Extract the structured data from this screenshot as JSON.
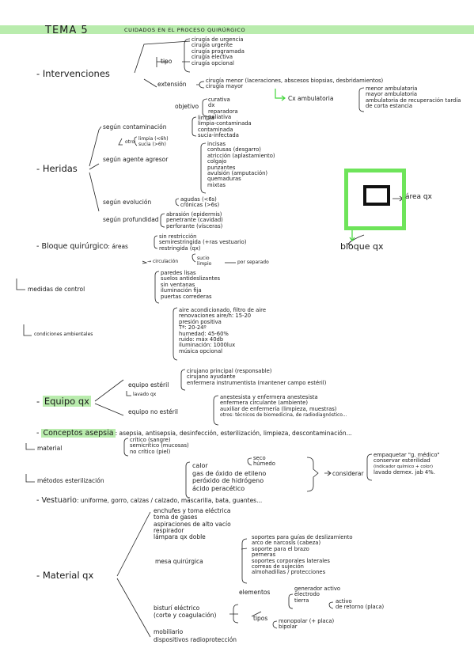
{
  "header": {
    "title": "TEMA 5",
    "subtitle": "CUIDADOS EN EL PROCESO QUIRÚRGICO"
  },
  "intervenciones": {
    "label": "Intervenciones",
    "tipo": {
      "label": "tipo",
      "items": [
        "cirugía de urgencia",
        "cirugía urgente",
        "cirugía programada",
        "cirugía electiva",
        "cirugía opcional"
      ]
    },
    "extension": {
      "label": "extensión",
      "items": [
        "cirugía menor (laceraciones, abscesos biopsias, desbridamientos)",
        "cirugía mayor"
      ]
    },
    "cx_ambulatoria": {
      "label": "Cx ambulatoria",
      "items": [
        "menor ambulatoria",
        "mayor ambulatoria",
        "ambulatoria de recuperación tardía",
        "de corta estancia"
      ]
    },
    "objetivo": {
      "label": "objetivo",
      "items": [
        "curativa",
        "dx",
        "reparadora",
        "paliativa"
      ]
    }
  },
  "heridas": {
    "label": "Heridas",
    "contaminacion": {
      "label": "según contaminación",
      "items": [
        "limpia",
        "limpia-contaminada",
        "contaminada",
        "sucia-infectada"
      ]
    },
    "otro": {
      "label": "otro",
      "items": [
        "limpia (<6h)",
        "sucia (>6h)"
      ]
    },
    "agente": {
      "label": "según agente agresor",
      "items": [
        "incisas",
        "contusas (desgarro)",
        "atricción (aplastamiento)",
        "colgajo",
        "punzantes",
        "avulsión (amputación)",
        "quemaduras",
        "mixtas"
      ]
    },
    "evolucion": {
      "label": "según evolución",
      "items": [
        "agudas (<6s)",
        "crónicas (>6s)"
      ]
    },
    "profundidad": {
      "label": "según profundidad",
      "items": [
        "abrasión (epidermis)",
        "penetrante (cavidad)",
        "perforante (vísceras)"
      ]
    }
  },
  "bloque": {
    "label": "Bloque quirúrgico",
    "areas_label": ": áreas",
    "areas": [
      "sin restricción",
      "semirestringida (+ras vestuario)",
      "restringida (qx)"
    ],
    "circulacion": {
      "label": "circulación",
      "items": [
        "sucio",
        "limpio"
      ],
      "result": "por separado"
    },
    "medidas": {
      "label": "medidas de control",
      "items": [
        "paredes lisas",
        "suelos antideslizantes",
        "sin ventanas",
        "iluminación fija",
        "puertas correderas"
      ]
    },
    "condiciones": {
      "label": "condiciones ambientales",
      "items": [
        "aire acondicionado, filtro de aire",
        "renovaciones aire/h: 15-20",
        "presión positiva",
        "Tª: 20-24º",
        "humedad: 45-60%",
        "ruido: máx 40db",
        "iluminación: 1000lux",
        "música opcional"
      ]
    }
  },
  "diagram": {
    "area_label": "área qx",
    "bloque_label": "bloque qx"
  },
  "equipo": {
    "label": "Equipo qx",
    "esteril": {
      "label": "equipo estéril",
      "items": [
        "cirujano principal (responsable)",
        "cirujano ayudante",
        "enfermera instrumentista (mantener campo estéril)"
      ],
      "lavado": "lavado qx"
    },
    "no_esteril": {
      "label": "equipo no estéril",
      "items": [
        "anestesista y enfermera anestesista",
        "enfermera circulante (ambiente)",
        "auxiliar de enfermería (limpieza, muestras)",
        "otros: técnicos de biomedicina, de radiodiagnóstico..."
      ]
    }
  },
  "conceptos": {
    "label": "Conceptos asepsia",
    "text": ": asepsia, antisepsia, desinfección, esterilización, limpieza, descontaminación...",
    "material": {
      "label": "material",
      "items": [
        "crítico (sangre)",
        "semicrítico (mucosas)",
        "no crítico (piel)"
      ]
    },
    "metodos": {
      "label": "métodos esterilización",
      "items": [
        "calor",
        "gas de óxido de etileno",
        "peróxido de hidrógeno",
        "ácido peracético"
      ],
      "calor_types": [
        "seco",
        "húmedo"
      ]
    },
    "considerar": {
      "label": "considerar",
      "items": [
        "empaquetar \"g. médico\"",
        "conservar esterilidad",
        "(indicador químico + color)",
        "lavado demex. jab 4%."
      ]
    }
  },
  "vestuario": {
    "label": "Vestuario",
    "text": ": uniforme, gorro, calzas / calzado, mascarilla, bata, guantes..."
  },
  "material": {
    "label": "Material qx",
    "items": [
      "enchufes y toma eléctrica",
      "toma de gases",
      "aspiraciones de alto vacío",
      "respirador",
      "lámpara qx doble",
      "mesa quirúrgica"
    ],
    "mesa_items": [
      "soportes para guías de deslizamiento",
      "arco de narcosis (cabeza)",
      "soporte para el brazo",
      "perneras",
      "soportes corporales laterales",
      "correas de sujeción",
      "almohadillas / protecciones"
    ],
    "bisturi": {
      "label": "bisturí eléctrico (corte y coagulación)",
      "line1": "bisturí eléctrico",
      "line2": "(corte y coagulación)",
      "elementos": {
        "label": "elementos",
        "items": [
          "generador activo",
          "electrodo",
          "tierra"
        ],
        "electrodo_types": [
          "activo",
          "de retorno (placa)"
        ]
      },
      "tipos": {
        "label": "tipos",
        "items": [
          "monopolar (+ placa)",
          "bipolar"
        ]
      }
    },
    "tail": [
      "mobiliario",
      "dispositivos radioprotección"
    ]
  }
}
